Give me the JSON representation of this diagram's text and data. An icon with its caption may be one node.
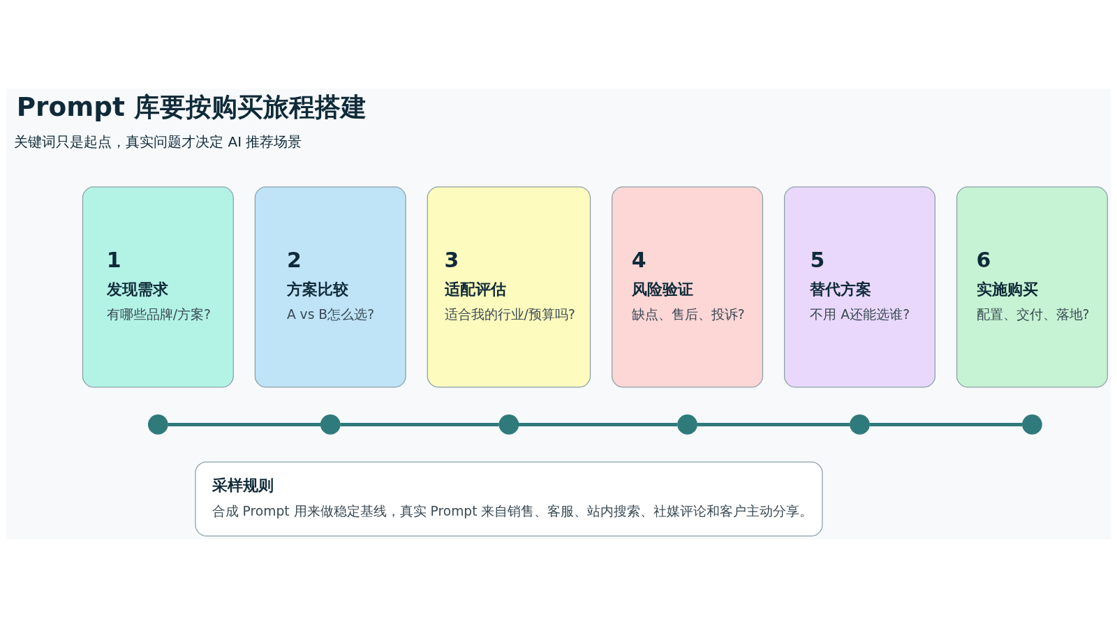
{
  "diagram": {
    "title": "Prompt 库要按购买旅程搭建",
    "nodes": [
      {
        "text": [
          "1",
          "发现需求",
          "有哪些品牌/方案?"
        ]
      },
      {
        "text": [
          "2",
          "方案比较",
          "A vs B怎么选?"
        ]
      },
      {
        "text": [
          "3",
          "适配评估",
          "适合我的行业/预算吗?"
        ]
      },
      {
        "text": [
          "4",
          "风险验证",
          "缺点、售后、投诉?"
        ]
      },
      {
        "text": [
          "5",
          "替代方案",
          "不用 A还能选谁?"
        ]
      },
      {
        "text": [
          "6",
          "实施购买",
          "配置、交付、落地?"
        ]
      },
      {
        "text": [],
        "shape": "circle"
      },
      {
        "text": [],
        "shape": "circle"
      },
      {
        "text": [],
        "shape": "circle"
      },
      {
        "text": [],
        "shape": "circle"
      },
      {
        "text": [],
        "shape": "circle"
      },
      {
        "text": [],
        "shape": "circle"
      },
      {
        "text": [
          "采样规则",
          "合成 Prompt 用来做稳定基线，真实 Prompt 来自销售、客服、站内搜索、社媒评论和客户主动分享。"
        ]
      }
    ],
    "edges": [
      {
        "from": 6,
        "to": 7,
        "arrow": "none"
      },
      {
        "from": 7,
        "to": 8,
        "arrow": "none"
      },
      {
        "from": 8,
        "to": 9,
        "arrow": "none"
      },
      {
        "from": 9,
        "to": 10,
        "arrow": "none"
      },
      {
        "from": 10,
        "to": 11,
        "arrow": "none"
      }
    ],
    "labels": [
      "关键词只是起点，真实问题才决定 AI 推荐场景"
    ]
  }
}
